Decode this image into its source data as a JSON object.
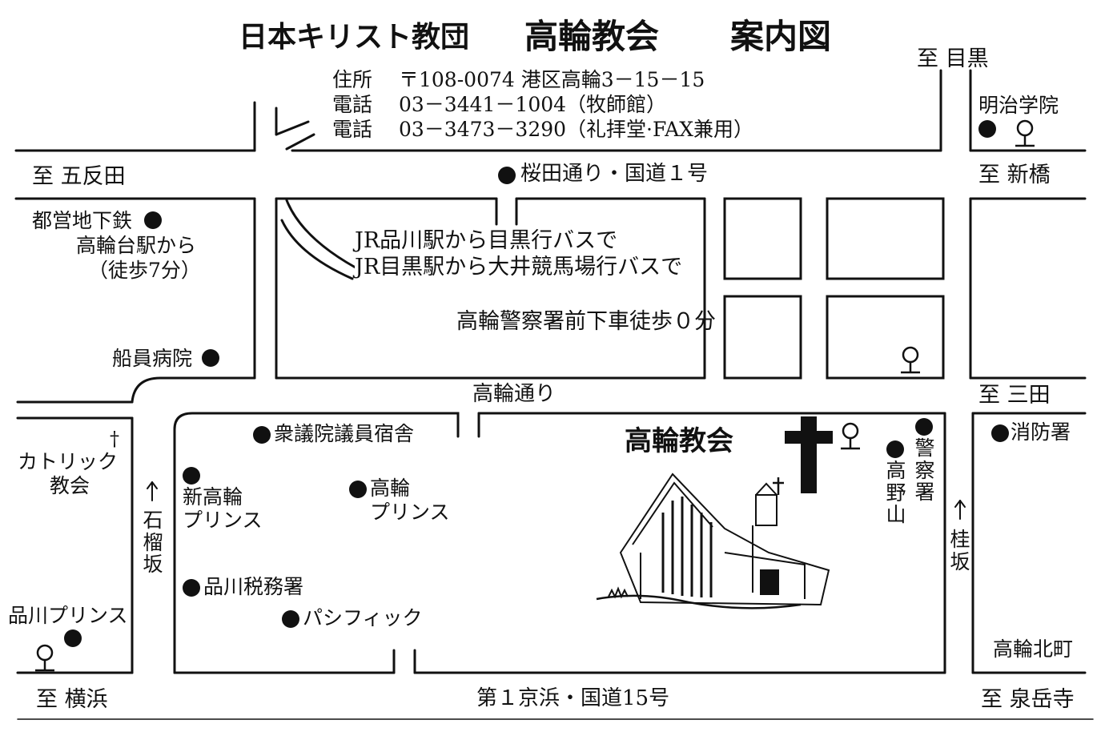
{
  "header": {
    "org": "日本キリスト教団",
    "church": "高輪教会",
    "doc": "案内図"
  },
  "info": {
    "address_label": "住所",
    "address_value": "〒108-0074 港区高輪3－15－15",
    "tel1_label": "電話",
    "tel1_value": "03－3441－1004（牧師館）",
    "tel2_label": "電話",
    "tel2_value": "03－3473－3290（礼拝堂·FAX兼用）"
  },
  "directions": {
    "to_meguro": "至 目黒",
    "to_gotanda": "至 五反田",
    "to_shinbashi": "至 新橋",
    "to_mita": "至 三田",
    "to_yokohama": "至 横浜",
    "to_sengakuji": "至 泉岳寺"
  },
  "roads": {
    "sakurada": "桜田通り・国道１号",
    "takanawa": "高輪通り",
    "keihin": "第１京浜・国道15号",
    "ishiyama": [
      "石",
      "榴",
      "坂"
    ],
    "katsura": [
      "桂",
      "坂"
    ]
  },
  "access": {
    "subway_line1": "都営地下鉄",
    "subway_line2": "高輪台駅から",
    "subway_line3": "（徒歩7分）",
    "bus1": "JR品川駅から目黒行バスで",
    "bus2": "JR目黒駅から大井競馬場行バスで",
    "bus3": "高輪警察署前下車徒歩０分"
  },
  "landmarks": {
    "meiji": "明治学院",
    "senin": "船員病院",
    "catholic_line1": "カトリック",
    "catholic_line2": "教会",
    "shinagawa_prince": "品川プリンス",
    "shugiin": "衆議院議員宿舎",
    "shin_takanawa_line1": "新高輪",
    "shin_takanawa_line2": "プリンス",
    "takanawa_prince_line1": "高輪",
    "takanawa_prince_line2": "プリンス",
    "tax_office": "品川税務署",
    "pacific": "パシフィック",
    "church_label": "高輪教会",
    "police": [
      "警",
      "察",
      "署"
    ],
    "koyasan": [
      "高",
      "野",
      "山"
    ],
    "fire": "消防署",
    "kitamachi": "高輪北町"
  },
  "icons": {
    "station": "filled-circle-marker",
    "school": "school-symbol-icon",
    "church": "cross-icon"
  }
}
